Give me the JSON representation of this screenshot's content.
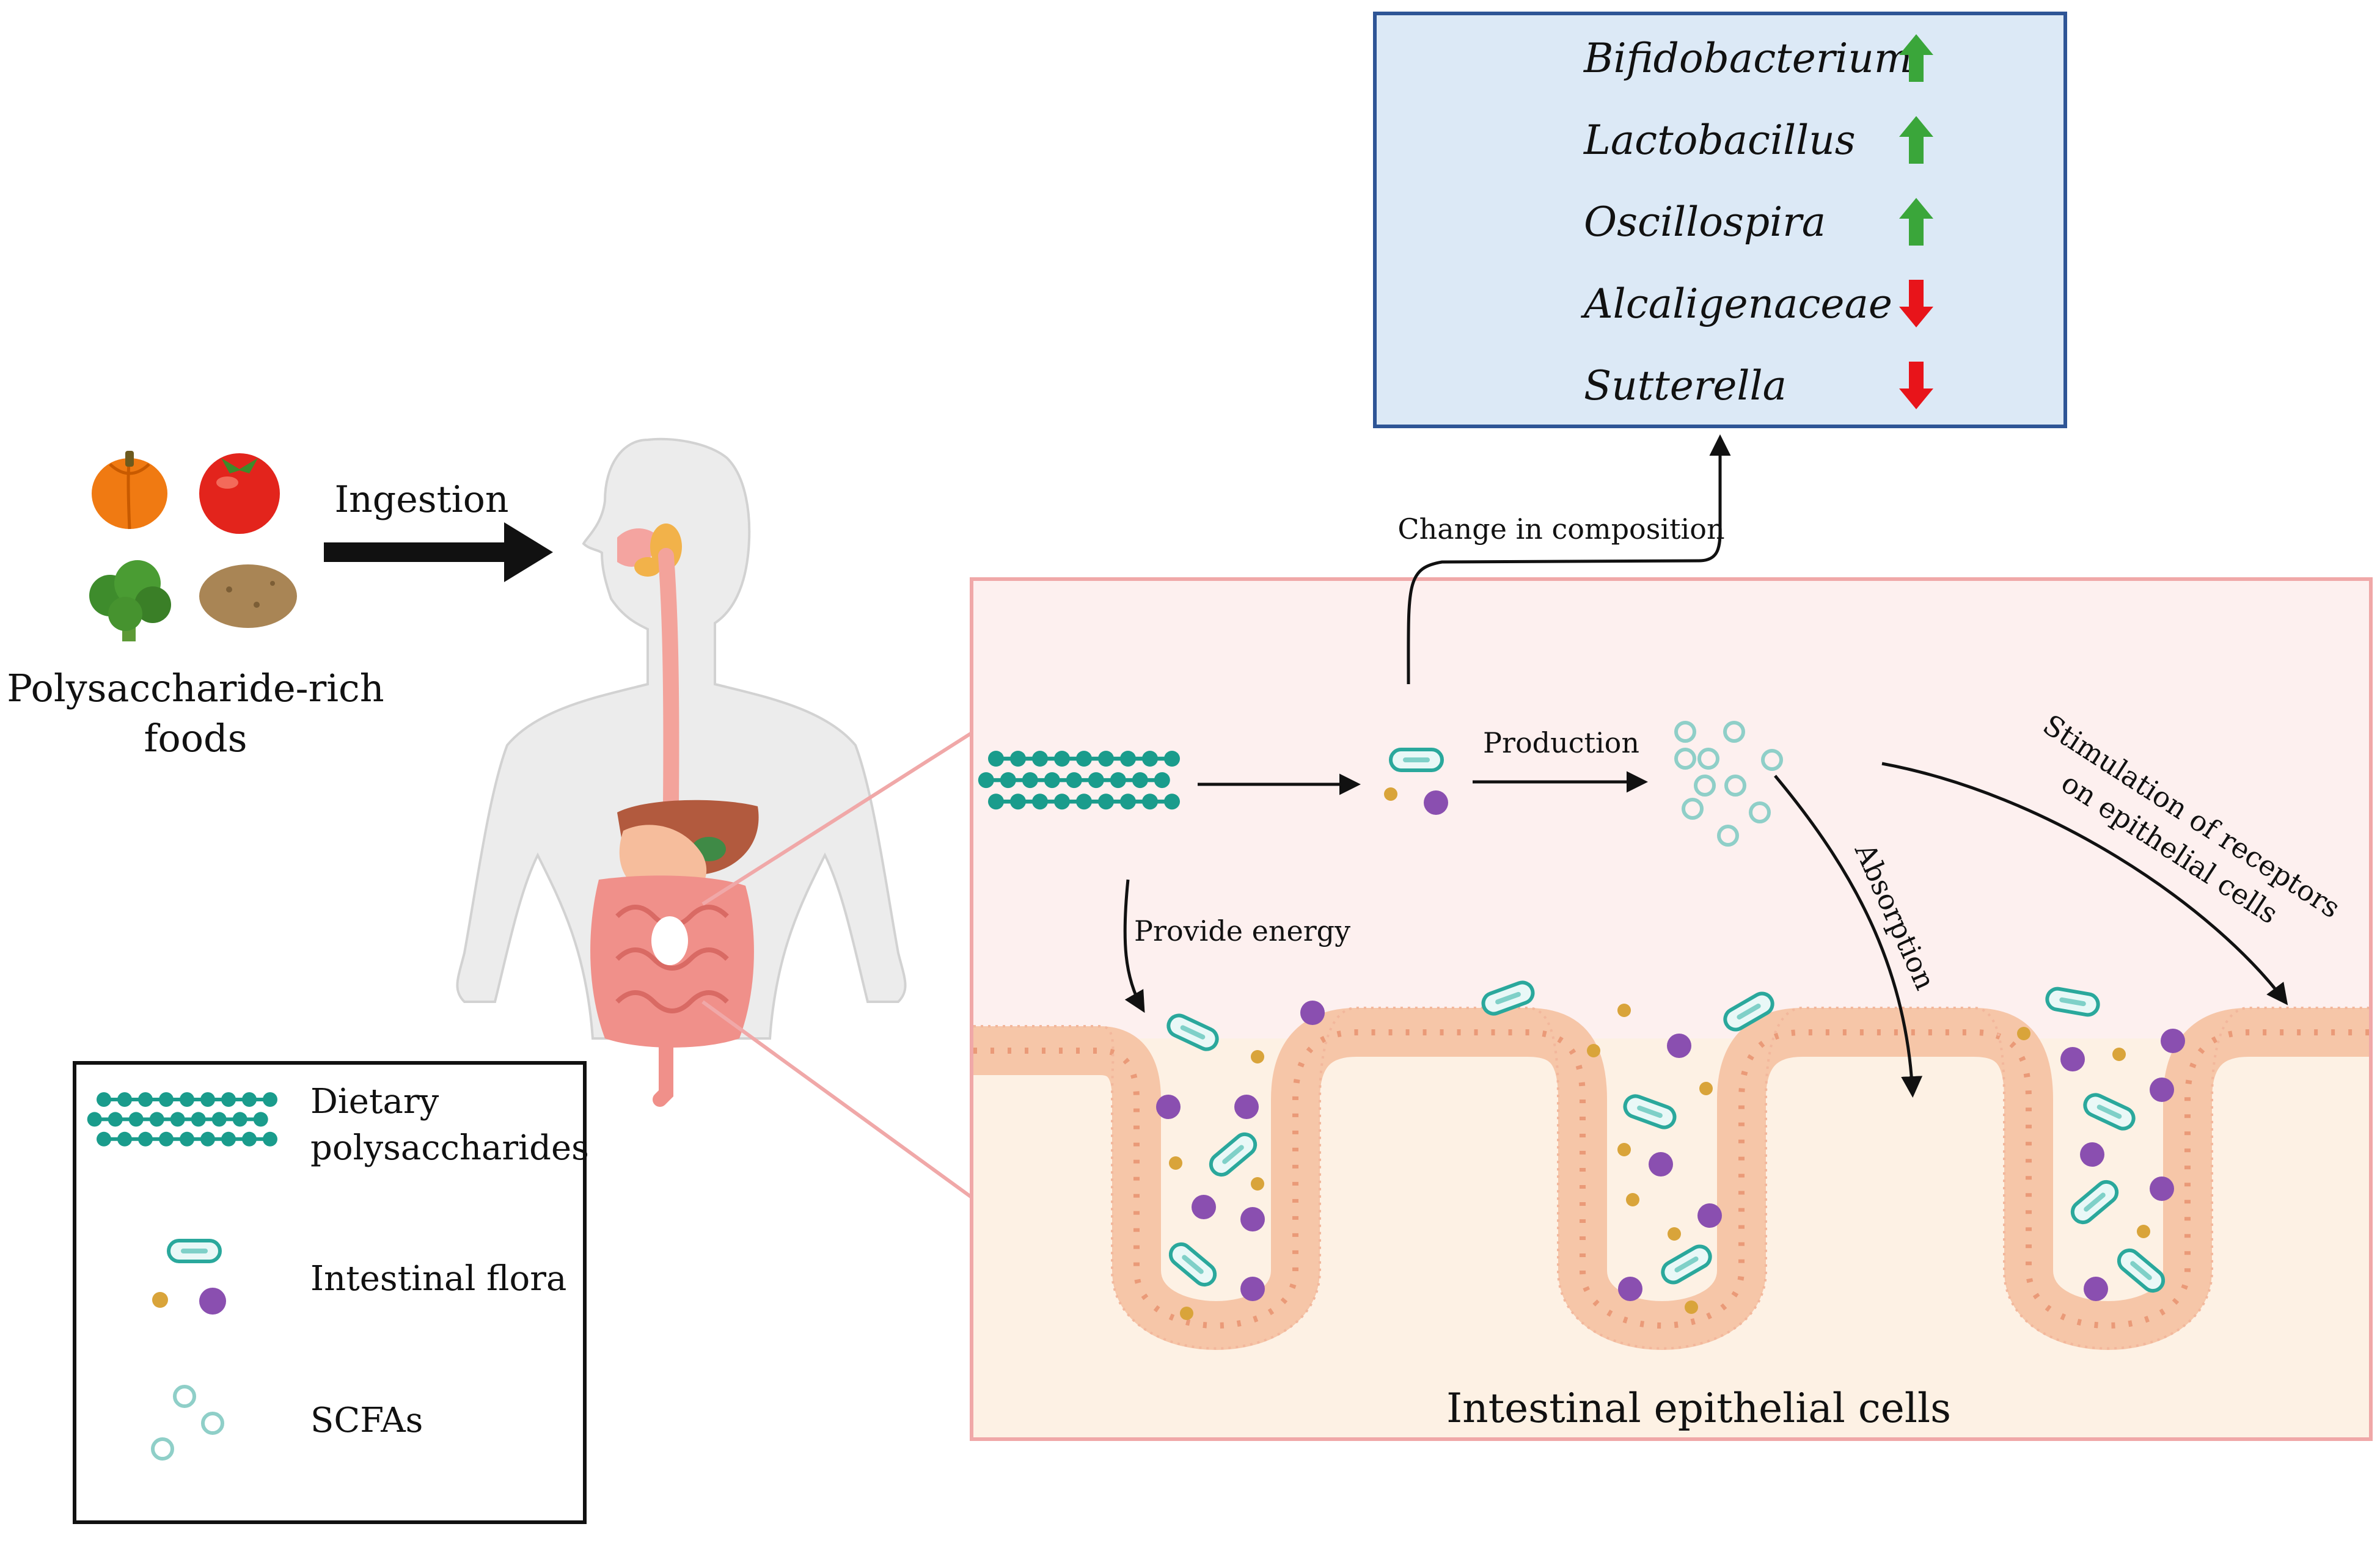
{
  "food": {
    "label_line1": "Polysaccharide-rich",
    "label_line2": "foods",
    "icons": [
      "pumpkin-icon",
      "tomato-icon",
      "broccoli-icon",
      "potato-icon"
    ]
  },
  "ingestion_label": "Ingestion",
  "bacteria_box": {
    "items": [
      {
        "name": "Bifidobacterium",
        "trend": "up"
      },
      {
        "name": "Lactobacillus",
        "trend": "up"
      },
      {
        "name": "Oscillospira",
        "trend": "up"
      },
      {
        "name": "Alcaligenaceae",
        "trend": "down"
      },
      {
        "name": "Sutterella",
        "trend": "down"
      }
    ],
    "up_color": "#3aa63a",
    "down_color": "#e8141a",
    "fill_color": "#dce9f6",
    "border_color": "#2e5596"
  },
  "process": {
    "change_label": "Change in composition",
    "production_label": "Production",
    "provide_energy_label": "Provide energy",
    "absorption_label": "Absorption",
    "stimulation_line1": "Stimulation of receptors",
    "stimulation_line2": "on epithelial cells",
    "epithelial_label": "Intestinal epithelial cells"
  },
  "legend": {
    "polysaccharides_line1": "Dietary",
    "polysaccharides_line2": "polysaccharides",
    "flora": "Intestinal flora",
    "scfa": "SCFAs"
  },
  "colors": {
    "teal": "#1a9c8c",
    "scfa_ring": "#8fcfc8",
    "purple": "#8a4fb0",
    "gold": "#d9a43a",
    "panel_fill": "#fdf0ef",
    "panel_border": "#f0a8a8",
    "tissue": "#f6c6a8"
  }
}
